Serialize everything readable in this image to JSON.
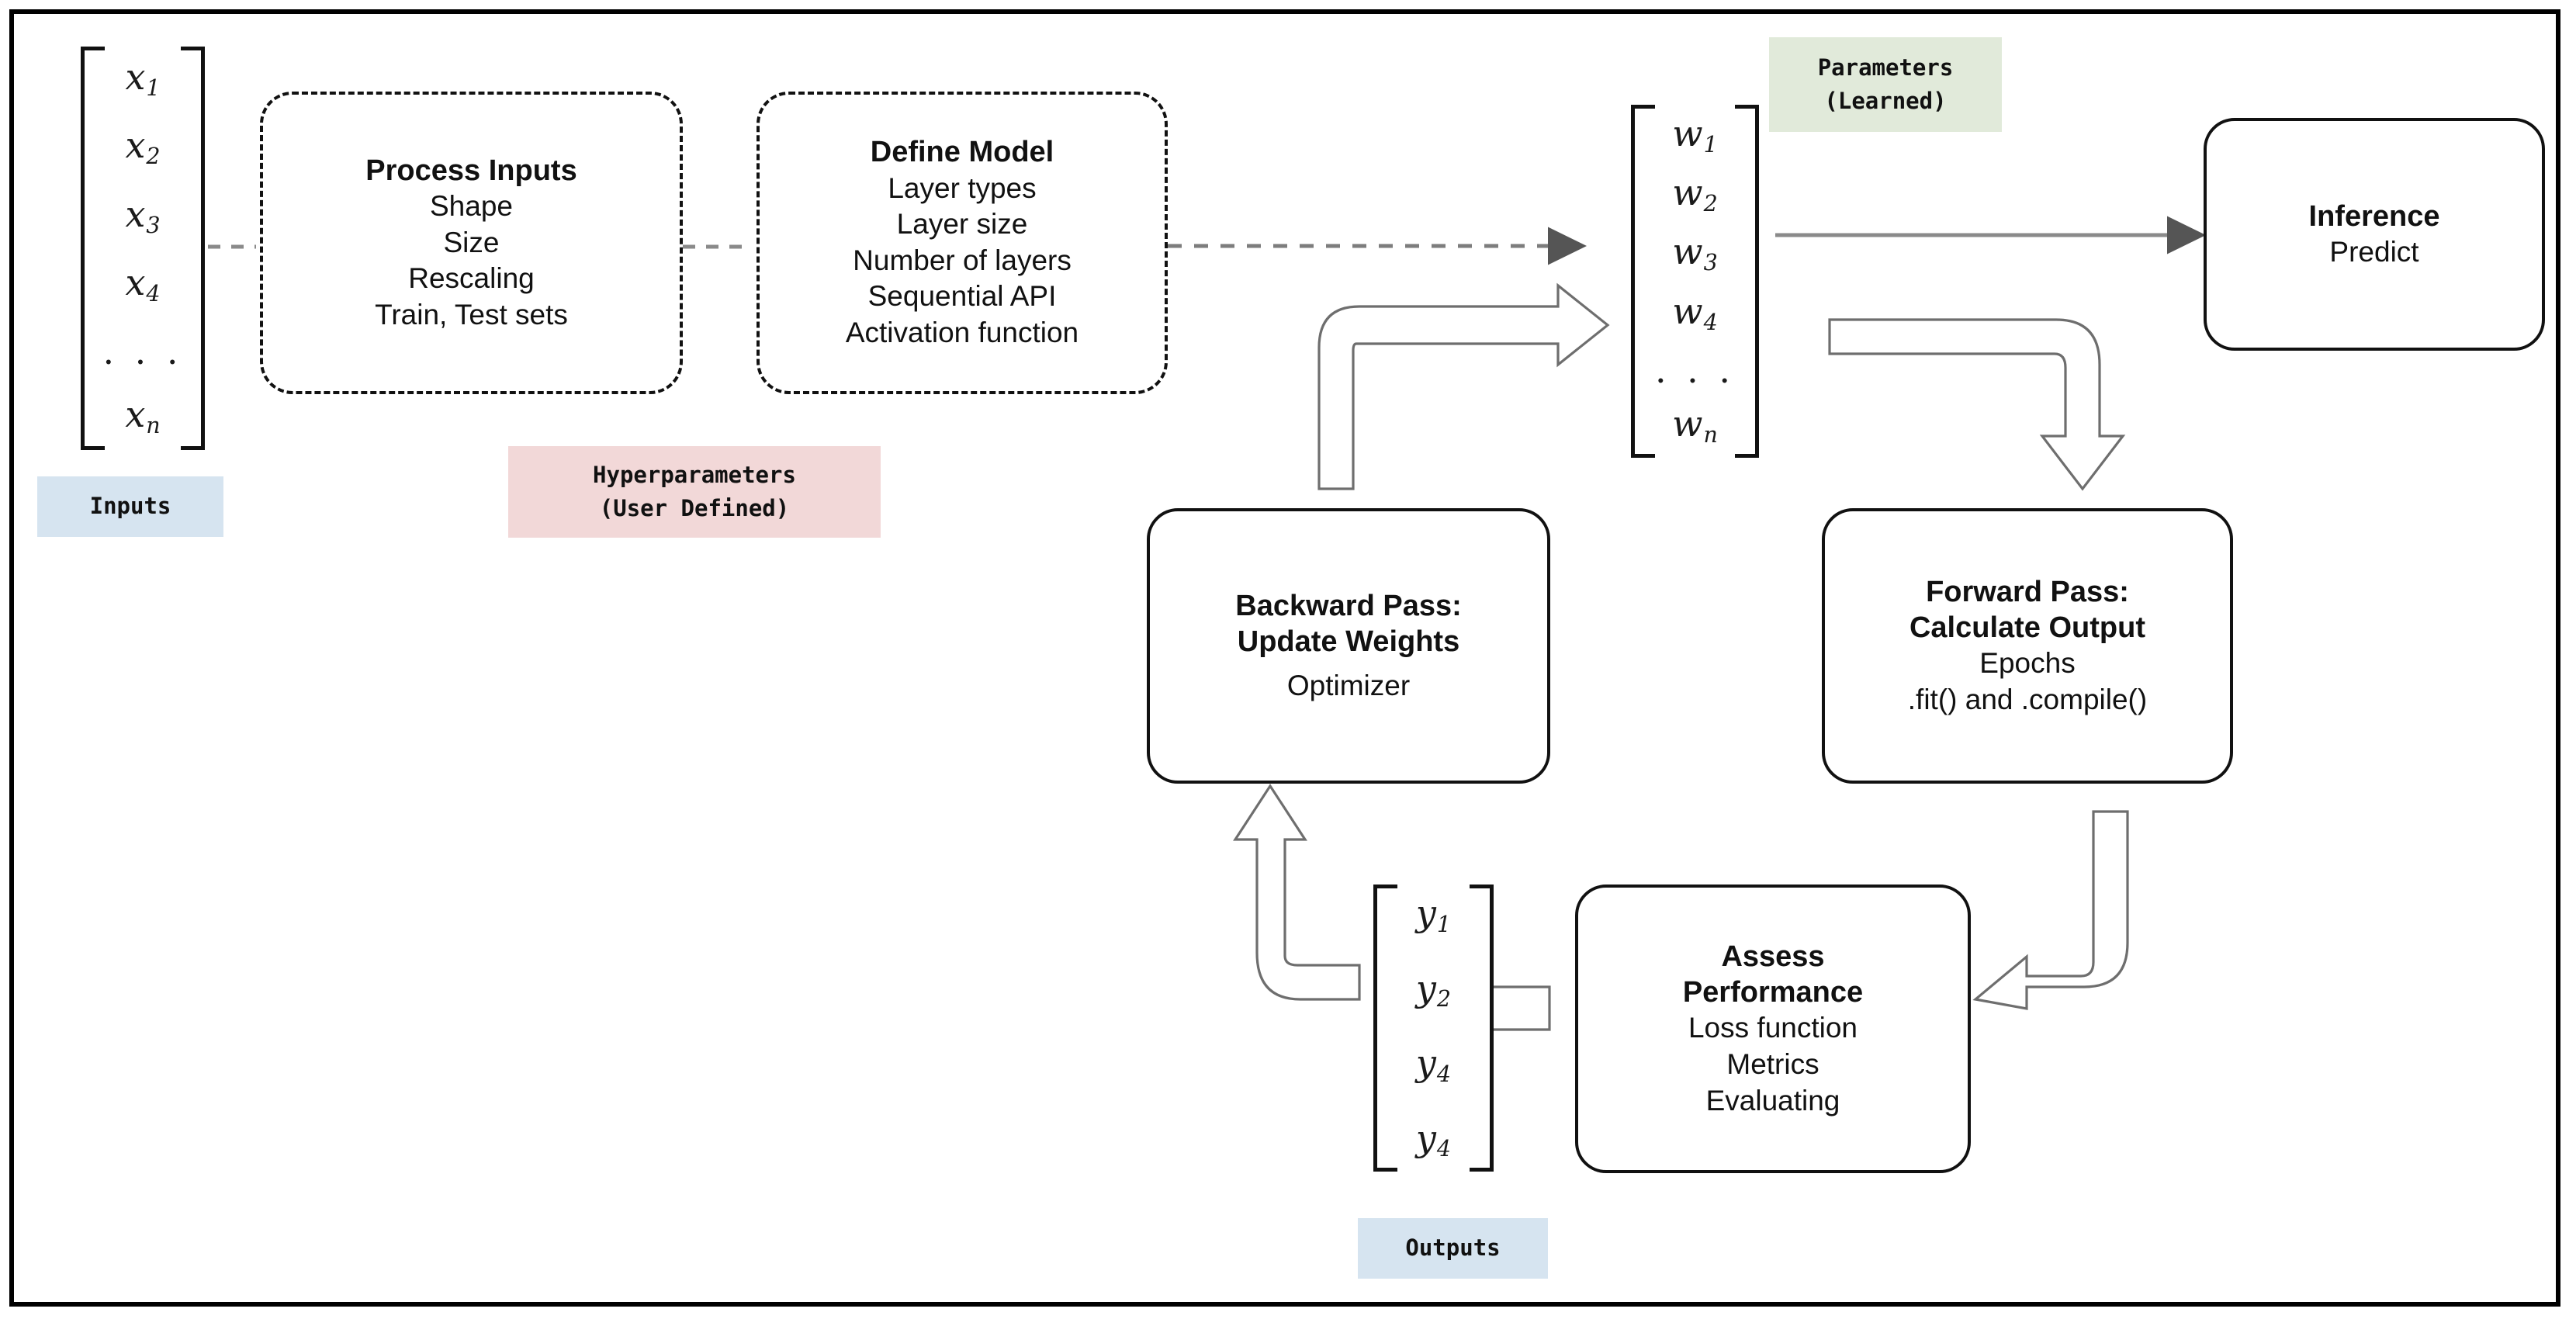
{
  "diagram": {
    "title_hidden": "Neural network training workflow",
    "colors": {
      "inputs_badge_bg": "#d6e4f0",
      "outputs_badge_bg": "#d6e4f0",
      "hyperparameters_badge_bg": "#f2d8d8",
      "parameters_badge_bg": "#e1eada",
      "frame_border": "#000000",
      "box_border": "#111111",
      "arrow_gray": "#6e6e6e",
      "dashed_arrow": "#6e6e6e"
    }
  },
  "vectors": {
    "inputs": {
      "name": "inputs-vector",
      "items": [
        "x1",
        "x2",
        "x3",
        "x4",
        "…",
        "xn"
      ],
      "display": [
        {
          "base": "x",
          "sub": "1"
        },
        {
          "base": "x",
          "sub": "2"
        },
        {
          "base": "x",
          "sub": "3"
        },
        {
          "base": "x",
          "sub": "4"
        },
        {
          "base": "dots",
          "sub": ""
        },
        {
          "base": "x",
          "sub": "n"
        }
      ]
    },
    "weights": {
      "name": "weights-vector",
      "items": [
        "w1",
        "w2",
        "w3",
        "w4",
        "…",
        "wn"
      ],
      "display": [
        {
          "base": "w",
          "sub": "1"
        },
        {
          "base": "w",
          "sub": "2"
        },
        {
          "base": "w",
          "sub": "3"
        },
        {
          "base": "w",
          "sub": "4"
        },
        {
          "base": "dots",
          "sub": ""
        },
        {
          "base": "w",
          "sub": "n"
        }
      ]
    },
    "outputs": {
      "name": "outputs-vector",
      "items": [
        "y1",
        "y2",
        "y4",
        "y4"
      ],
      "display": [
        {
          "base": "y",
          "sub": "1"
        },
        {
          "base": "y",
          "sub": "2"
        },
        {
          "base": "y",
          "sub": "4"
        },
        {
          "base": "y",
          "sub": "4"
        }
      ]
    }
  },
  "badges": {
    "inputs": {
      "label": "Inputs",
      "sublabel": ""
    },
    "hyperparameters": {
      "label": "Hyperparameters",
      "sublabel": "(User Defined)"
    },
    "parameters": {
      "label": "Parameters",
      "sublabel": "(Learned)"
    },
    "outputs": {
      "label": "Outputs",
      "sublabel": ""
    }
  },
  "boxes": {
    "process_inputs": {
      "title": "Process Inputs",
      "lines": [
        "Shape",
        "Size",
        "Rescaling",
        "Train, Test sets"
      ],
      "style": "dashed"
    },
    "define_model": {
      "title": "Define Model",
      "lines": [
        "Layer types",
        "Layer size",
        "Number of layers",
        "Sequential API",
        "Activation function"
      ],
      "style": "dashed"
    },
    "inference": {
      "title": "Inference",
      "lines": [
        "Predict"
      ],
      "style": "solid"
    },
    "backward_pass": {
      "title_line1": "Backward Pass:",
      "title_line2": "Update Weights",
      "lines": [
        "Optimizer"
      ],
      "style": "solid"
    },
    "forward_pass": {
      "title_line1": "Forward Pass:",
      "title_line2": "Calculate Output",
      "lines": [
        "Epochs",
        ".fit() and .compile()"
      ],
      "style": "solid"
    },
    "assess_performance": {
      "title_line1": "Assess",
      "title_line2": "Performance",
      "lines": [
        "Loss function",
        "Metrics",
        "Evaluating"
      ],
      "style": "solid"
    }
  },
  "connectors": [
    {
      "name": "inputs-to-process-inputs",
      "style": "dashed",
      "direction": "right"
    },
    {
      "name": "process-inputs-to-define-model",
      "style": "dashed",
      "direction": "right"
    },
    {
      "name": "define-model-to-weights",
      "style": "dashed",
      "direction": "right"
    },
    {
      "name": "weights-to-inference",
      "style": "solid",
      "direction": "right"
    },
    {
      "name": "backward-pass-to-weights",
      "style": "block",
      "direction": "up-right"
    },
    {
      "name": "weights-to-forward-pass",
      "style": "block",
      "direction": "right-down"
    },
    {
      "name": "forward-pass-to-assess",
      "style": "block",
      "direction": "down-left"
    },
    {
      "name": "outputs-to-backward-pass",
      "style": "block",
      "direction": "left-up"
    },
    {
      "name": "outputs-vector-to-assess",
      "style": "bracket",
      "direction": "right"
    }
  ]
}
